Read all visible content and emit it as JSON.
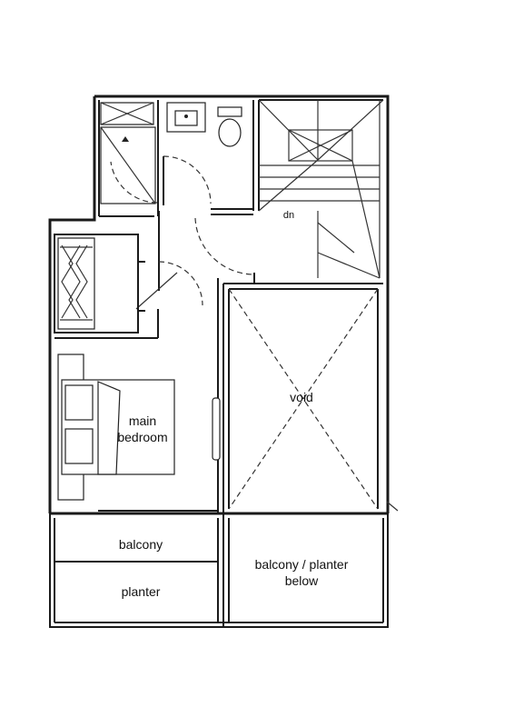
{
  "labels": {
    "dn": "dn",
    "void": "void",
    "main_bedroom_line1": "main",
    "main_bedroom_line2": "bedroom",
    "balcony": "balcony",
    "planter": "planter",
    "balcony_planter_line1": "balcony / planter",
    "balcony_planter_line2": "below"
  },
  "icons": {
    "wardrobe": "wardrobe-icon",
    "bed": "bed-icon",
    "toilet": "toilet-icon",
    "basin": "basin-icon",
    "shower": "shower-icon",
    "stairs": "stairs-icon"
  },
  "colors": {
    "line": "#1a1a1a",
    "background": "#ffffff"
  }
}
